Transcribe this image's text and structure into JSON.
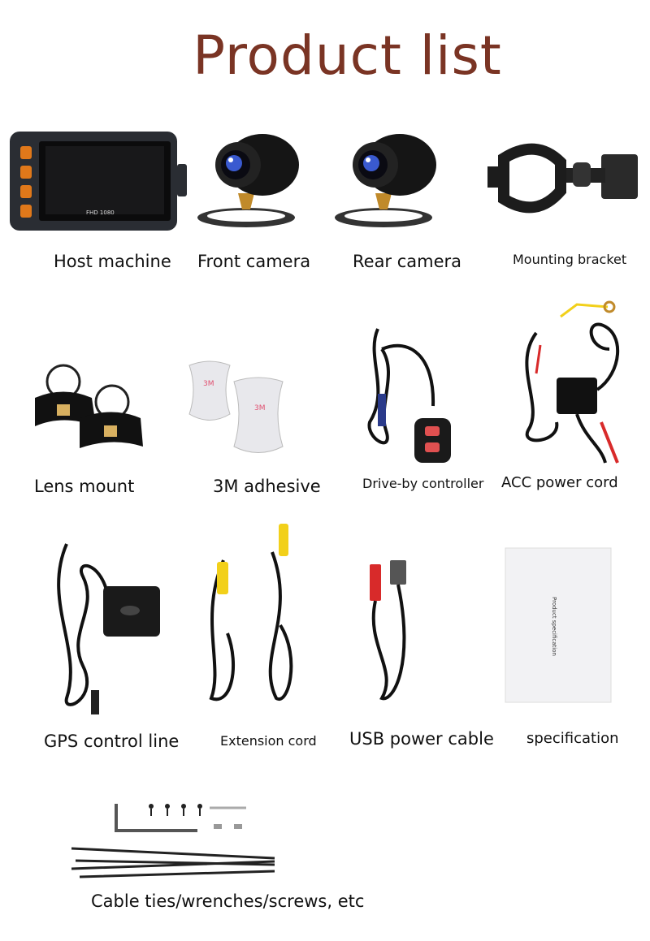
{
  "title": "Product list",
  "items": [
    {
      "label": "Host machine",
      "screen_text": "FHD 1080",
      "icon": "host-machine"
    },
    {
      "label": "Front camera",
      "icon": "front-camera"
    },
    {
      "label": "Rear camera",
      "icon": "rear-camera"
    },
    {
      "label": "Mounting bracket",
      "icon": "mounting-bracket"
    },
    {
      "label": "Lens mount",
      "icon": "lens-mount"
    },
    {
      "label": "3M adhesive",
      "sticker_text": "3M",
      "icon": "adhesive-pads"
    },
    {
      "label": "Drive-by controller",
      "icon": "remote-controller"
    },
    {
      "label": "ACC power cord",
      "icon": "acc-power-cord"
    },
    {
      "label": "GPS control line",
      "icon": "gps-module"
    },
    {
      "label": "Extension cord",
      "icon": "extension-cord"
    },
    {
      "label": "USB power cable",
      "icon": "usb-cable"
    },
    {
      "label": "specification",
      "booklet_text": "Product specification",
      "icon": "manual-booklet"
    },
    {
      "label": "Cable ties/wrenches/screws, etc",
      "icon": "accessories"
    }
  ],
  "colors": {
    "title": "#7a3424",
    "device_orange": "#e0781a",
    "cable_black": "#111111",
    "connector_yellow": "#f2d01a",
    "connector_red": "#d82a2a"
  }
}
